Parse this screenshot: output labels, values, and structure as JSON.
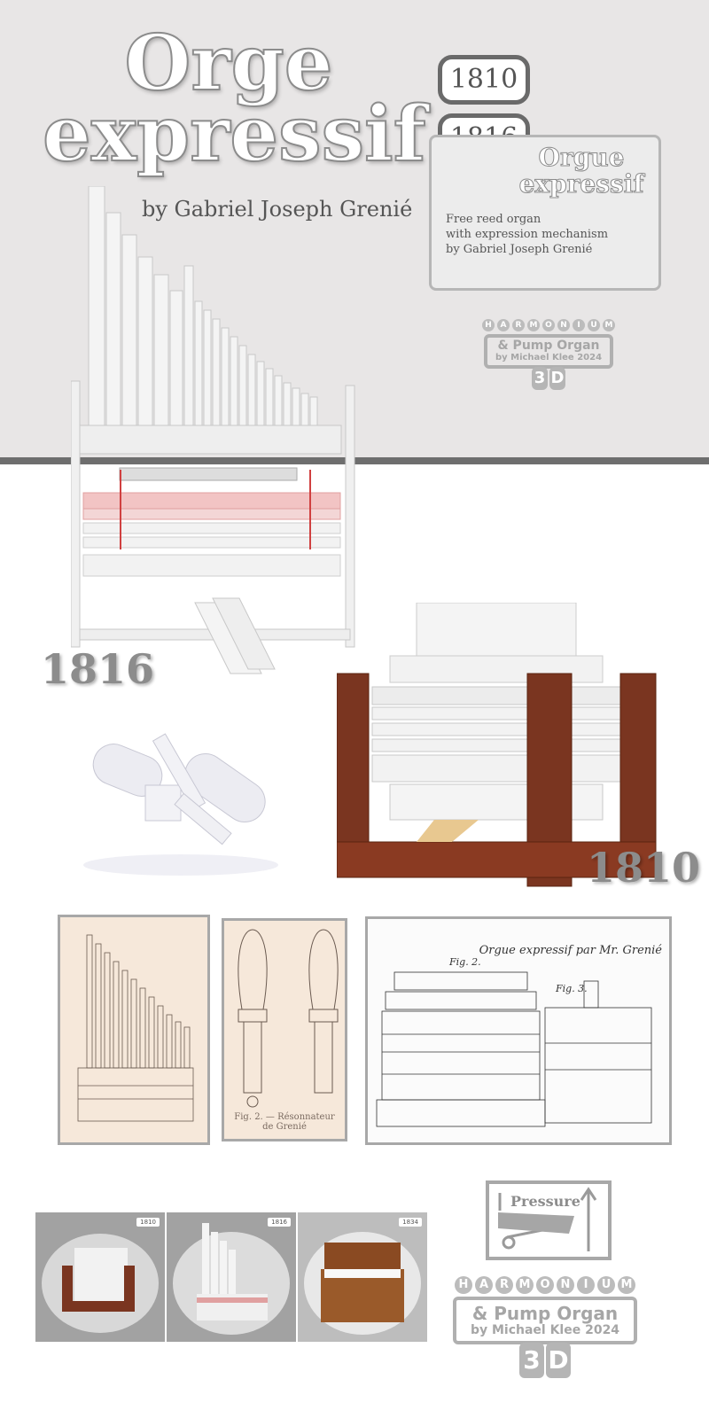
{
  "header": {
    "title_line1": "Orge",
    "title_line2": "expressif",
    "byline": "by Gabriel Joseph Grenié"
  },
  "year_badges": [
    "1810",
    "1816"
  ],
  "info_box": {
    "title_line1": "Orgue",
    "title_line2": "expressif",
    "lines": [
      "Free reed organ",
      "with expression mechanism",
      "by Gabriel Joseph Grenié"
    ]
  },
  "logo": {
    "letters": [
      "H",
      "A",
      "R",
      "M",
      "O",
      "N",
      "I",
      "U",
      "M"
    ],
    "line1": "& Pump Organ",
    "line2": "by Michael Klee 2024",
    "badge_chars": [
      "3",
      "D"
    ]
  },
  "pressure_label": "Pressure",
  "model_years": {
    "left": "1816",
    "right": "1810"
  },
  "plates": {
    "plate2_caption": "Fig. 2. — Résonnateur de Grenié",
    "plate3_title": "Orgue expressif par Mr. Grenié",
    "plate3_fig2": "Fig. 2.",
    "plate3_fig3": "Fig. 3."
  },
  "thumbnails": [
    {
      "tag": "1810"
    },
    {
      "tag": "1816"
    },
    {
      "tag": "1834"
    }
  ],
  "colors": {
    "band": "#e8e6e6",
    "band_line": "#6e6e6e",
    "wood": "#7a3520",
    "bellows_red": "#e8a8a8",
    "plate_paper": "#f6e8da"
  }
}
